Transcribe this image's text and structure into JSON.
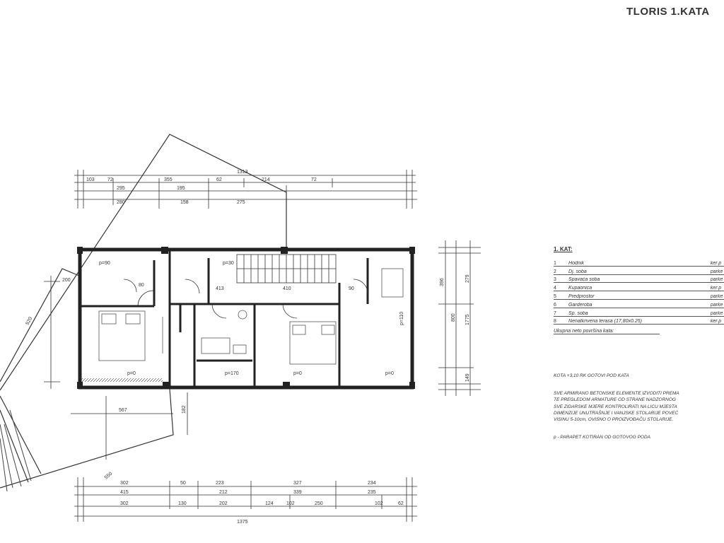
{
  "title": "TLORIS 1.KATA",
  "legend": {
    "heading": "1. KAT:",
    "rooms": [
      {
        "num": "1",
        "name": "Hodnik",
        "type": "ker.p"
      },
      {
        "num": "2",
        "name": "Dj. soba",
        "type": "parke"
      },
      {
        "num": "3",
        "name": "Spavaća soba",
        "type": "parke"
      },
      {
        "num": "4",
        "name": "Kupaonica",
        "type": "ker.p"
      },
      {
        "num": "5",
        "name": "Predprostor",
        "type": "parke"
      },
      {
        "num": "6",
        "name": "Garderoba",
        "type": "parke"
      },
      {
        "num": "7",
        "name": "Sp. soba",
        "type": "parke"
      },
      {
        "num": "8",
        "name": "Nenatkrivena terasa (17,80x0.25)",
        "type": "ker.p"
      }
    ],
    "total_label": "Ukupna neto površina kata:"
  },
  "notes": {
    "kota": "KOTA +3,10 RK  GOTOVI POD  KATA",
    "lines": [
      "SVE ARMIRANO BETONSKE ELEMENTE IZVODITI PREMA",
      "TE PREGLEDOM ARMATURE OD STRANE NADZORNOG",
      "SVE ZIDARSKE MJERE KONTROLIRATI NA LICU MJESTA",
      "DIMENZIJE UNUTRAŠNJE I VANJSKE STOLARIJE POVEĆ",
      "VISINU 5-10cm, OVISNO O PROIZVOĐAČU STOLARIJE."
    ],
    "parapet": "p - PARAPET KOTIRAN OD GOTOVOG PODA"
  },
  "dimensions": {
    "top_row1": [
      "103",
      "72",
      "355",
      "62",
      "214",
      "72"
    ],
    "top_overall": "1313",
    "top_row2": [
      "295",
      "195"
    ],
    "top_row3": [
      "280",
      "158",
      "275"
    ],
    "bottom_row1": [
      "302",
      "50",
      "223",
      "327",
      "234"
    ],
    "bottom_row2": [
      "415",
      "212",
      "339",
      "235"
    ],
    "bottom_row3": [
      "302",
      "130",
      "202",
      "124",
      "102",
      "250",
      "102",
      "62"
    ],
    "bottom_overall": "1375",
    "right_col": [
      "396",
      "800",
      "279",
      "1775",
      "149"
    ],
    "left": [
      "520",
      "200",
      "567",
      "182",
      "550"
    ],
    "interior": [
      "p=90",
      "p=30",
      "p=0",
      "p=0",
      "p=0",
      "p=170",
      "413",
      "410",
      "80",
      "90",
      "p=110"
    ]
  }
}
